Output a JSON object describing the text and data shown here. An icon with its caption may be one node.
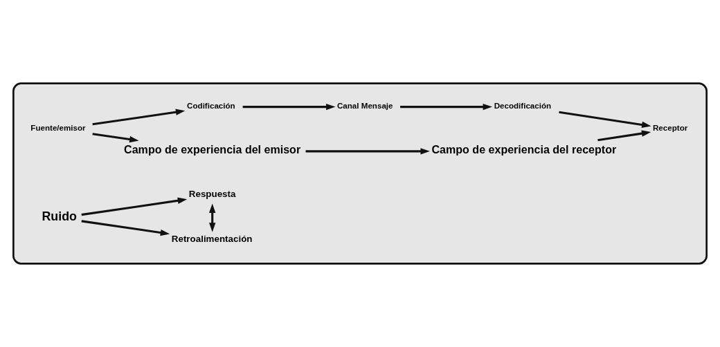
{
  "diagram": {
    "nodes": [
      {
        "text": [],
        "shape": "box"
      },
      {
        "text": [
          "Fuente/emisor"
        ],
        "in": 0
      },
      {
        "text": [
          "Campo de experiencia del emisor"
        ],
        "in": 0
      },
      {
        "text": [
          "Campo de experiencia del receptor"
        ],
        "in": 0
      },
      {
        "text": [
          "Codificación"
        ],
        "in": 0
      },
      {
        "text": [
          "Canal Mensaje"
        ],
        "in": 0
      },
      {
        "text": [
          "Decodificación"
        ],
        "in": 0
      },
      {
        "text": [
          "Receptor"
        ],
        "in": 0
      },
      {
        "text": [
          "Retroalimentación"
        ],
        "in": 0
      },
      {
        "text": [
          "Ruido"
        ],
        "in": 0
      },
      {
        "text": [
          "Respuesta"
        ],
        "in": 0
      }
    ],
    "edges": [
      {
        "from": 1,
        "to": 2,
        "arrow": "to"
      },
      {
        "from": 2,
        "to": 3,
        "arrow": "to"
      },
      {
        "from": 3,
        "to": 7,
        "arrow": "to"
      },
      {
        "from": 1,
        "to": 4,
        "arrow": "to"
      },
      {
        "from": 4,
        "to": 5,
        "arrow": "to"
      },
      {
        "from": 5,
        "to": 6,
        "arrow": "to"
      },
      {
        "from": 6,
        "to": 7,
        "arrow": "to"
      },
      {
        "from": 9,
        "to": 8,
        "arrow": "to"
      },
      {
        "from": 9,
        "to": 10,
        "arrow": "to"
      },
      {
        "from": 10,
        "to": 8,
        "arrow": "both"
      }
    ]
  }
}
